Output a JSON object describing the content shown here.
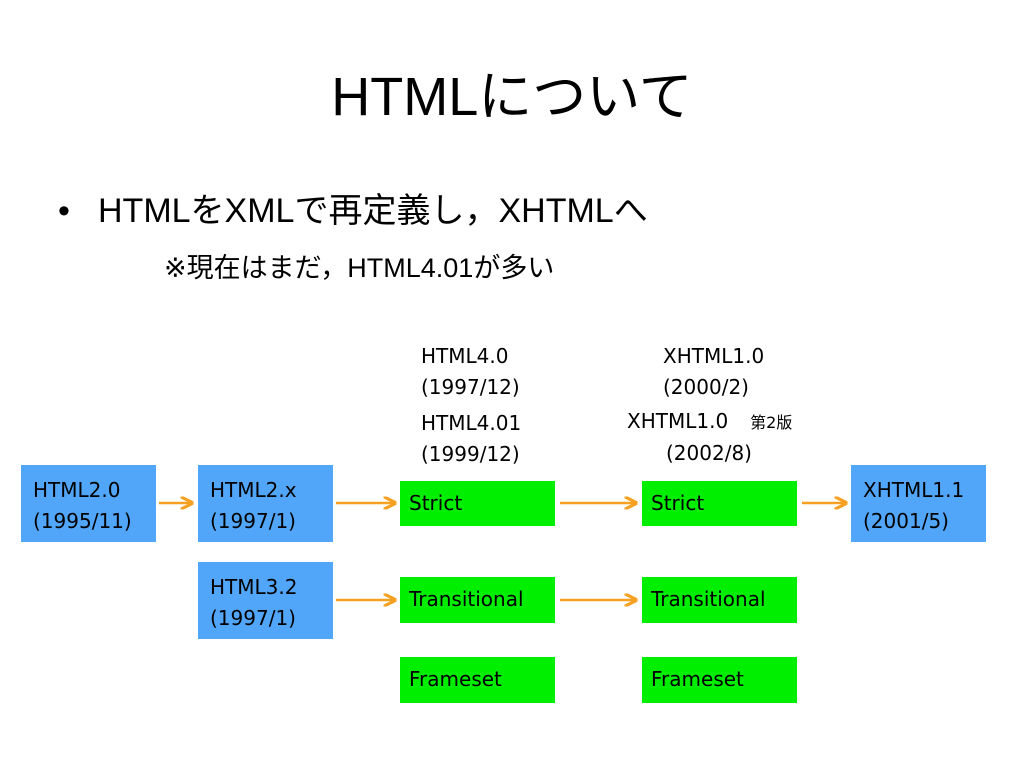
{
  "title": "HTMLについて",
  "bullet": {
    "symbol": "•",
    "text": "HTMLをXMLで再定義し，XHTMLへ",
    "note": "※現在はまだ，HTML4.01が多い"
  },
  "labels": {
    "html40": {
      "name": "HTML4.0",
      "date": "(1997/12)"
    },
    "html401": {
      "name": "HTML4.01",
      "date": "(1999/12)"
    },
    "xhtml10": {
      "name": "XHTML1.0",
      "date": "(2000/2)"
    },
    "xhtml10_2nd": {
      "name": "XHTML1.0",
      "edition": "第2版",
      "date": "(2002/8)"
    }
  },
  "boxes": {
    "html20": {
      "name": "HTML2.0",
      "date": "(1995/11)"
    },
    "html2x": {
      "name": "HTML2.x",
      "date": "(1997/1)"
    },
    "html32": {
      "name": "HTML3.2",
      "date": "(1997/1)"
    },
    "html4_strict": "Strict",
    "html4_transitional": "Transitional",
    "html4_frameset": "Frameset",
    "xhtml1_strict": "Strict",
    "xhtml1_transitional": "Transitional",
    "xhtml1_frameset": "Frameset",
    "xhtml11": {
      "name": "XHTML1.1",
      "date": "(2001/5)"
    }
  },
  "colors": {
    "blue_box": "#52a6fa",
    "green_box": "#00ee00",
    "arrow": "#f5a020"
  }
}
